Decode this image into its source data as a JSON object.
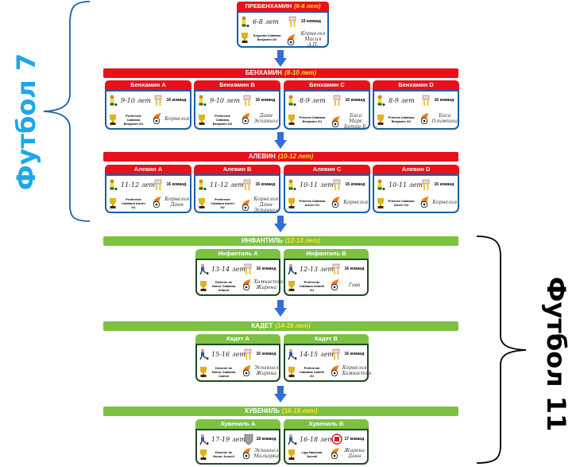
{
  "labels": {
    "left_group": "Футбол 7",
    "right_group": "Футбол 11"
  },
  "colors": {
    "red": "#e8101a",
    "green": "#7dc142",
    "blue_border": "#1a5fa8",
    "green_border": "#1e4d1e",
    "arrow": "#2f6fd6",
    "football7": "#1ea7e8"
  },
  "levels": [
    {
      "name": "ПРЕБЕНХАМИН",
      "years": "(6-8 лет)",
      "color": "red",
      "band": false,
      "cards": [
        {
          "title": "",
          "age": "6-8 лет",
          "teams": "15 команд",
          "team_icon": "player-jersey-icon",
          "league": "Segunda Catalana Benjamin G2",
          "coach": "Корнелья Масия А.П."
        }
      ]
    },
    {
      "name": "БЕНХАМИН",
      "years": "(8-10 лет)",
      "color": "red",
      "band": true,
      "cards": [
        {
          "title": "Бенхамин A",
          "age": "9-10 лет",
          "teams": "16 команд",
          "team_icon": "player-jersey-icon",
          "league": "Preferente Catalana Benjamin G1",
          "coach": "Корнелья"
        },
        {
          "title": "Бенхамин B",
          "age": "9-10 лет",
          "teams": "16 команд",
          "team_icon": "player-jersey-icon",
          "league": "Preferente Catalana Benjamin G2",
          "coach": "Данн Эспаньол"
        },
        {
          "title": "Бенхамин C",
          "age": "8-9 лет",
          "teams": "16 команд",
          "team_icon": "player-jersey-icon",
          "league": "Primera Catalana Benjamin G1",
          "coach": "Баса Марс Ботра Б."
        },
        {
          "title": "Бенхамин D",
          "age": "8-9 лет",
          "teams": "16 команд",
          "team_icon": "player-jersey-icon",
          "league": "Primera Catalana Benjamin G2",
          "coach": "Баса Олимпика"
        }
      ]
    },
    {
      "name": "АЛЕВИН",
      "years": "(10-12 лет)",
      "color": "red",
      "band": true,
      "cards": [
        {
          "title": "Алевин A",
          "age": "11-12 лет",
          "teams": "16 команд",
          "team_icon": "player-jersey-icon",
          "league": "Preferente Catalana Alevin G1",
          "coach": "Корнелья Данн"
        },
        {
          "title": "Алевин B",
          "age": "11-12 лет",
          "teams": "16 команд",
          "team_icon": "player-jersey-icon",
          "league": "Preferente Catalana Alevin G2",
          "coach": "Корнелья Данн Эспаньол"
        },
        {
          "title": "Алевин C",
          "age": "10-11 лет",
          "teams": "16 команд",
          "team_icon": "player-jersey-icon",
          "league": "Primera Catalana Alevin G1",
          "coach": "Корнелья"
        },
        {
          "title": "Алевин D",
          "age": "10-11 лет",
          "teams": "16 команд",
          "team_icon": "player-jersey-icon",
          "league": "Primera Catalana Alevin G2",
          "coach": "Корнелья"
        }
      ]
    },
    {
      "name": "ИНФАНТИЛЬ",
      "years": "(12-14 лет)",
      "color": "green",
      "band": true,
      "cards": [
        {
          "title": "Инфантиль A",
          "age": "13-14 лет",
          "teams": "16 команд",
          "team_icon": "player-jersey-icon",
          "league": "División de Honor Catalana Infantil",
          "coach": "Химнастик Жирона"
        },
        {
          "title": "Инфантиль B",
          "age": "12-13 лет",
          "teams": "16 команд",
          "team_icon": "player-jersey-icon",
          "league": "Preferente Catalana Infantil G1",
          "coach": "Гава"
        }
      ]
    },
    {
      "name": "КАДЕТ",
      "years": "(14-16 лет)",
      "color": "green",
      "band": true,
      "cards": [
        {
          "title": "Кадет A",
          "age": "15-16 лет",
          "teams": "16 команд",
          "team_icon": "player-jersey-icon",
          "league": "División de Honor Catalana Cadete",
          "coach": "Эспаньол Жирона"
        },
        {
          "title": "Кадет B",
          "age": "14-15 лет",
          "teams": "16 команд",
          "team_icon": "player-jersey-icon",
          "league": "Preferente Catalana Cadete G1",
          "coach": "Корнелья Химнастик"
        }
      ]
    },
    {
      "name": "ХУВЕНИЛЬ",
      "years": "(16-19 лет)",
      "color": "green",
      "band": true,
      "cards": [
        {
          "title": "Хувениль A",
          "age": "17-19 лет",
          "teams": "18 команд",
          "team_icon": "shield-crest-icon",
          "league": "División de Honor Juvenil",
          "coach": "Эспаньол Мальорка"
        },
        {
          "title": "Хувениль B",
          "age": "16-18 лет",
          "teams": "17 команд",
          "team_icon": "federation-crest-icon",
          "league": "Liga Nacional Juvenil",
          "coach": "Жирона Данн"
        }
      ]
    }
  ]
}
